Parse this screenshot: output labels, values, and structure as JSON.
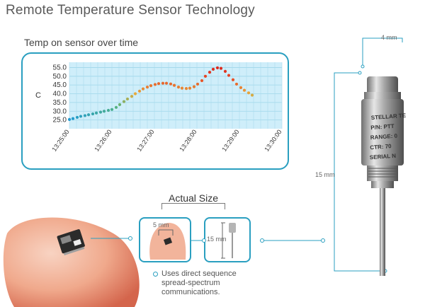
{
  "title": "Remote Temperature Sensor Technology",
  "chart_data": {
    "type": "scatter",
    "title": "Temp on sensor over time",
    "xlabel": "",
    "ylabel": "C",
    "ylim": [
      20,
      58
    ],
    "yticks": [
      "55.0",
      "50.0",
      "45.0",
      "40.0",
      "35.0",
      "30.0",
      "25.0"
    ],
    "xticks": [
      "13:25:00",
      "13:26:00",
      "13:27:00",
      "13:28:00",
      "13:29:00",
      "13:30:00"
    ],
    "grid": true,
    "background_color": "#cfeefa",
    "series": [
      {
        "x_seconds_labels": "time",
        "points": [
          [
            "13:25:00",
            25.3
          ],
          [
            "13:25:05",
            25.8
          ],
          [
            "13:25:11",
            26.5
          ],
          [
            "13:25:16",
            27.1
          ],
          [
            "13:25:22",
            27.5
          ],
          [
            "13:25:27",
            28.0
          ],
          [
            "13:25:33",
            28.5
          ],
          [
            "13:25:38",
            29.0
          ],
          [
            "13:25:44",
            29.5
          ],
          [
            "13:25:49",
            30.0
          ],
          [
            "13:25:55",
            30.5
          ],
          [
            "13:26:00",
            31.0
          ],
          [
            "13:26:06",
            32.2
          ],
          [
            "13:26:11",
            33.8
          ],
          [
            "13:26:17",
            35.5
          ],
          [
            "13:26:22",
            37.0
          ],
          [
            "13:26:28",
            38.5
          ],
          [
            "13:26:33",
            40.0
          ],
          [
            "13:26:39",
            41.5
          ],
          [
            "13:26:44",
            42.8
          ],
          [
            "13:26:50",
            43.8
          ],
          [
            "13:26:55",
            44.6
          ],
          [
            "13:27:01",
            45.3
          ],
          [
            "13:27:06",
            45.8
          ],
          [
            "13:27:12",
            46.0
          ],
          [
            "13:27:17",
            46.0
          ],
          [
            "13:27:23",
            45.6
          ],
          [
            "13:27:28",
            44.8
          ],
          [
            "13:27:34",
            43.8
          ],
          [
            "13:27:39",
            43.2
          ],
          [
            "13:27:45",
            43.0
          ],
          [
            "13:27:50",
            43.2
          ],
          [
            "13:27:56",
            44.0
          ],
          [
            "13:28:01",
            45.5
          ],
          [
            "13:28:07",
            47.5
          ],
          [
            "13:28:12",
            50.0
          ],
          [
            "13:28:18",
            52.3
          ],
          [
            "13:28:23",
            54.0
          ],
          [
            "13:28:29",
            54.8
          ],
          [
            "13:28:34",
            54.5
          ],
          [
            "13:28:40",
            52.8
          ],
          [
            "13:28:45",
            50.5
          ],
          [
            "13:28:51",
            48.0
          ],
          [
            "13:28:56",
            45.5
          ],
          [
            "13:29:02",
            43.5
          ],
          [
            "13:29:07",
            42.0
          ],
          [
            "13:29:13",
            40.5
          ],
          [
            "13:29:18",
            39.2
          ]
        ]
      }
    ]
  },
  "actual_size_label": "Actual Size",
  "thumb1": {
    "dim_label": "5 mm"
  },
  "thumb2": {
    "dim_label": "15 mm"
  },
  "note_lines": [
    "Uses direct sequence",
    "spread-spectrum",
    "communications."
  ],
  "probe": {
    "width_label": "4 mm",
    "length_label": "15 mm",
    "engraving": [
      "STELLAR TE",
      "P/N: PTT",
      "RANGE: 0",
      "CTR: 70",
      "SERIAL N"
    ]
  },
  "colors": {
    "accent": "#2a9fc0",
    "chart_bg": "#cfeefa",
    "cold": "#1e9ad6",
    "warm": "#e8a23a",
    "hot": "#e03a2a"
  }
}
